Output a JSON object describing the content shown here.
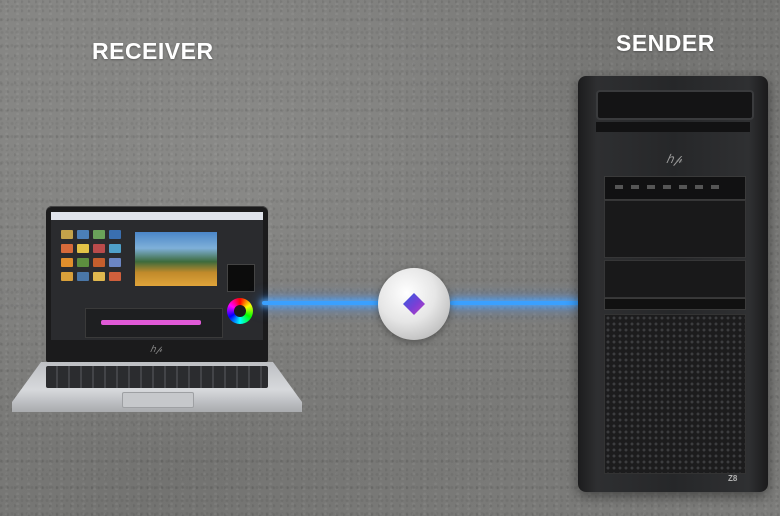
{
  "labels": {
    "receiver": "RECEIVER",
    "sender": "SENDER"
  },
  "devices": {
    "receiver": {
      "type": "laptop",
      "logo": "hp"
    },
    "sender": {
      "type": "workstation-tower",
      "logo": "hp",
      "model_badge": "Z8"
    }
  },
  "connection": {
    "color": "#3aa0ff",
    "node_icon": "diamond-icon",
    "node_colors": [
      "#2f5fe0",
      "#7a3fd6",
      "#c13fbf"
    ]
  }
}
